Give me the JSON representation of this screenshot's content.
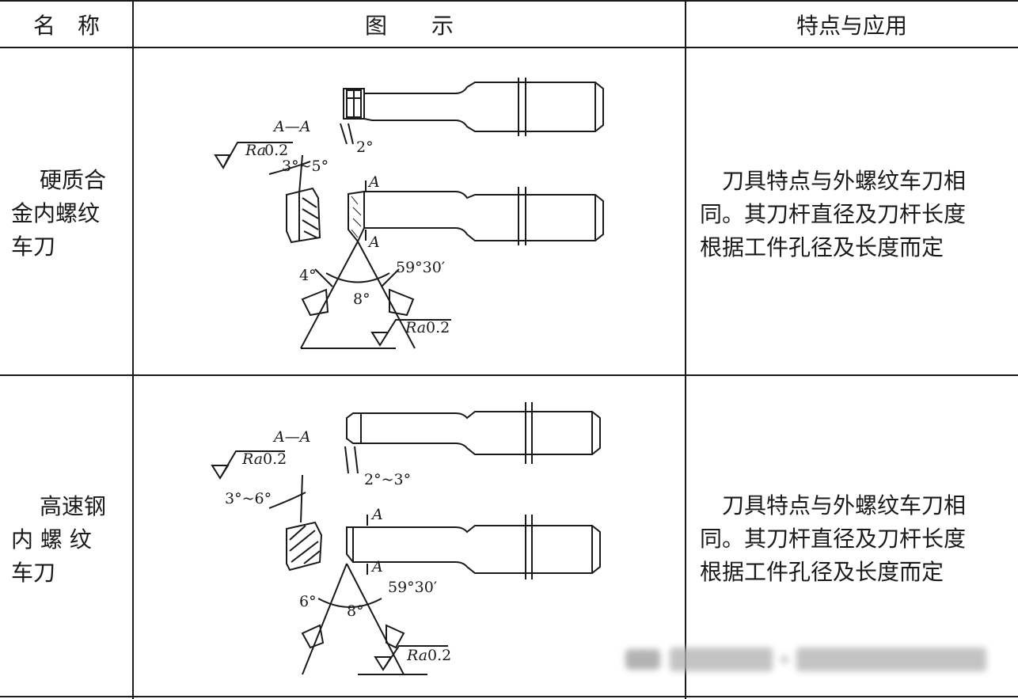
{
  "table": {
    "headers": {
      "name": "名　称",
      "figure": "图　　示",
      "features": "特点与应用"
    },
    "rows": [
      {
        "name_lines": [
          "硬质合",
          "金内螺纹",
          "车刀"
        ],
        "desc_lines": [
          "　刀具特点与外螺纹车刀相",
          "同。其刀杆直径及刀杆长度",
          "根据工件孔径及长度而定"
        ],
        "figure_labels": {
          "section": "A—A",
          "clearance": "2°",
          "side_angle": "3°~5°",
          "section_mark": "A",
          "left_angle": "4°",
          "mid_angle": "8°",
          "profile_angle": "59°30′",
          "roughness_prefix": "Ra",
          "roughness_value": "0.2"
        }
      },
      {
        "name_lines": [
          "高速钢",
          "内 螺 纹",
          "车刀"
        ],
        "desc_lines": [
          "　刀具特点与外螺纹车刀相",
          "同。其刀杆直径及刀杆长度",
          "根据工件孔径及长度而定"
        ],
        "figure_labels": {
          "section": "A—A",
          "clearance": "2°~3°",
          "side_angle": "3°~6°",
          "section_mark": "A",
          "left_angle": "6°",
          "mid_angle": "8°",
          "profile_angle": "59°30′",
          "roughness_prefix": "Ra",
          "roughness_value": "0.2"
        }
      }
    ]
  },
  "colors": {
    "line": "#1a1a1a",
    "background": "#ffffff"
  }
}
